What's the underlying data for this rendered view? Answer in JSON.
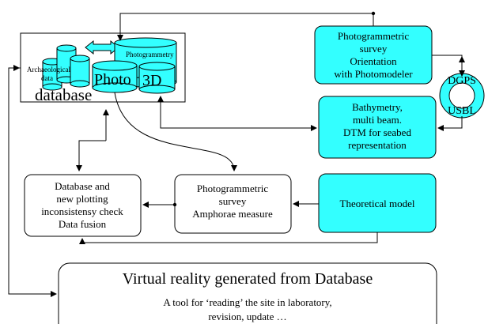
{
  "database": {
    "caption": "database",
    "archaeological_line1": "Archaeological",
    "archaeological_line2": "data",
    "photo_label": "Photo",
    "label_3d": "3D",
    "photogrammetry_label": "Photogrammetry"
  },
  "boxes": {
    "photogrammetric_survey": [
      "Photogrammetric",
      "survey",
      "Orientation",
      "with Photomodeler"
    ],
    "bathymetry": [
      "Bathymetry,",
      "multi beam.",
      "DTM for seabed",
      "representation"
    ],
    "theoretical_model": [
      "Theoretical model"
    ],
    "amphorae": [
      "Photogrammetric",
      "survey",
      "Amphorae measure"
    ],
    "database_check": [
      "Database and",
      "new plotting",
      "inconsistensy check",
      "Data fusion"
    ]
  },
  "positioning": {
    "top": "DGPS",
    "bottom": "USBL"
  },
  "virtual_reality": {
    "title": "Virtual reality generated from Database",
    "line1": "A tool for ‘reading’ the site in laboratory,",
    "line2": "revision, update …"
  },
  "colors": {
    "cyan": "#33ffff",
    "stroke": "#000000",
    "background": "#ffffff"
  }
}
